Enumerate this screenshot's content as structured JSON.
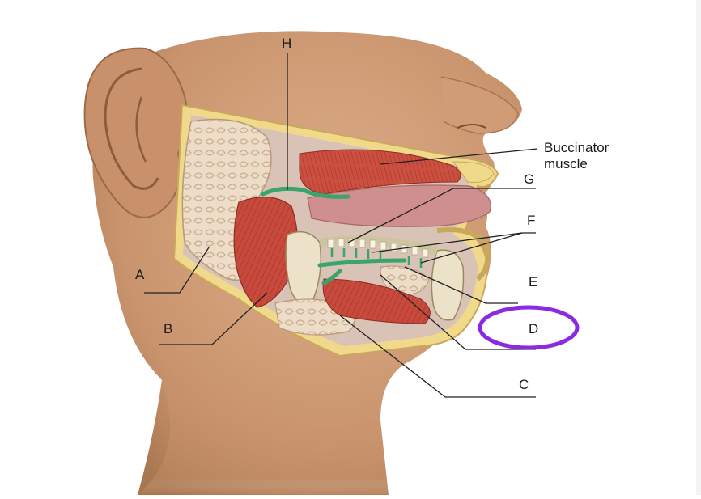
{
  "labels": {
    "A": "A",
    "B": "B",
    "C": "C",
    "D": "D",
    "E": "E",
    "F": "F",
    "G": "G",
    "H": "H",
    "buccinator_line1": "Buccinator",
    "buccinator_line2": "muscle"
  },
  "highlight": {
    "target": "D",
    "color": "#8a2be2"
  },
  "colors": {
    "skin": "#d4a27f",
    "skin_shadow": "#b9845f",
    "muscle": "#c4473a",
    "gland": "#ead8c4",
    "nerve": "#3aa56a",
    "bone": "#e9e0c8",
    "fat_border": "#f0d98a",
    "mucosa": "#c98a8a",
    "leader": "#222222"
  }
}
